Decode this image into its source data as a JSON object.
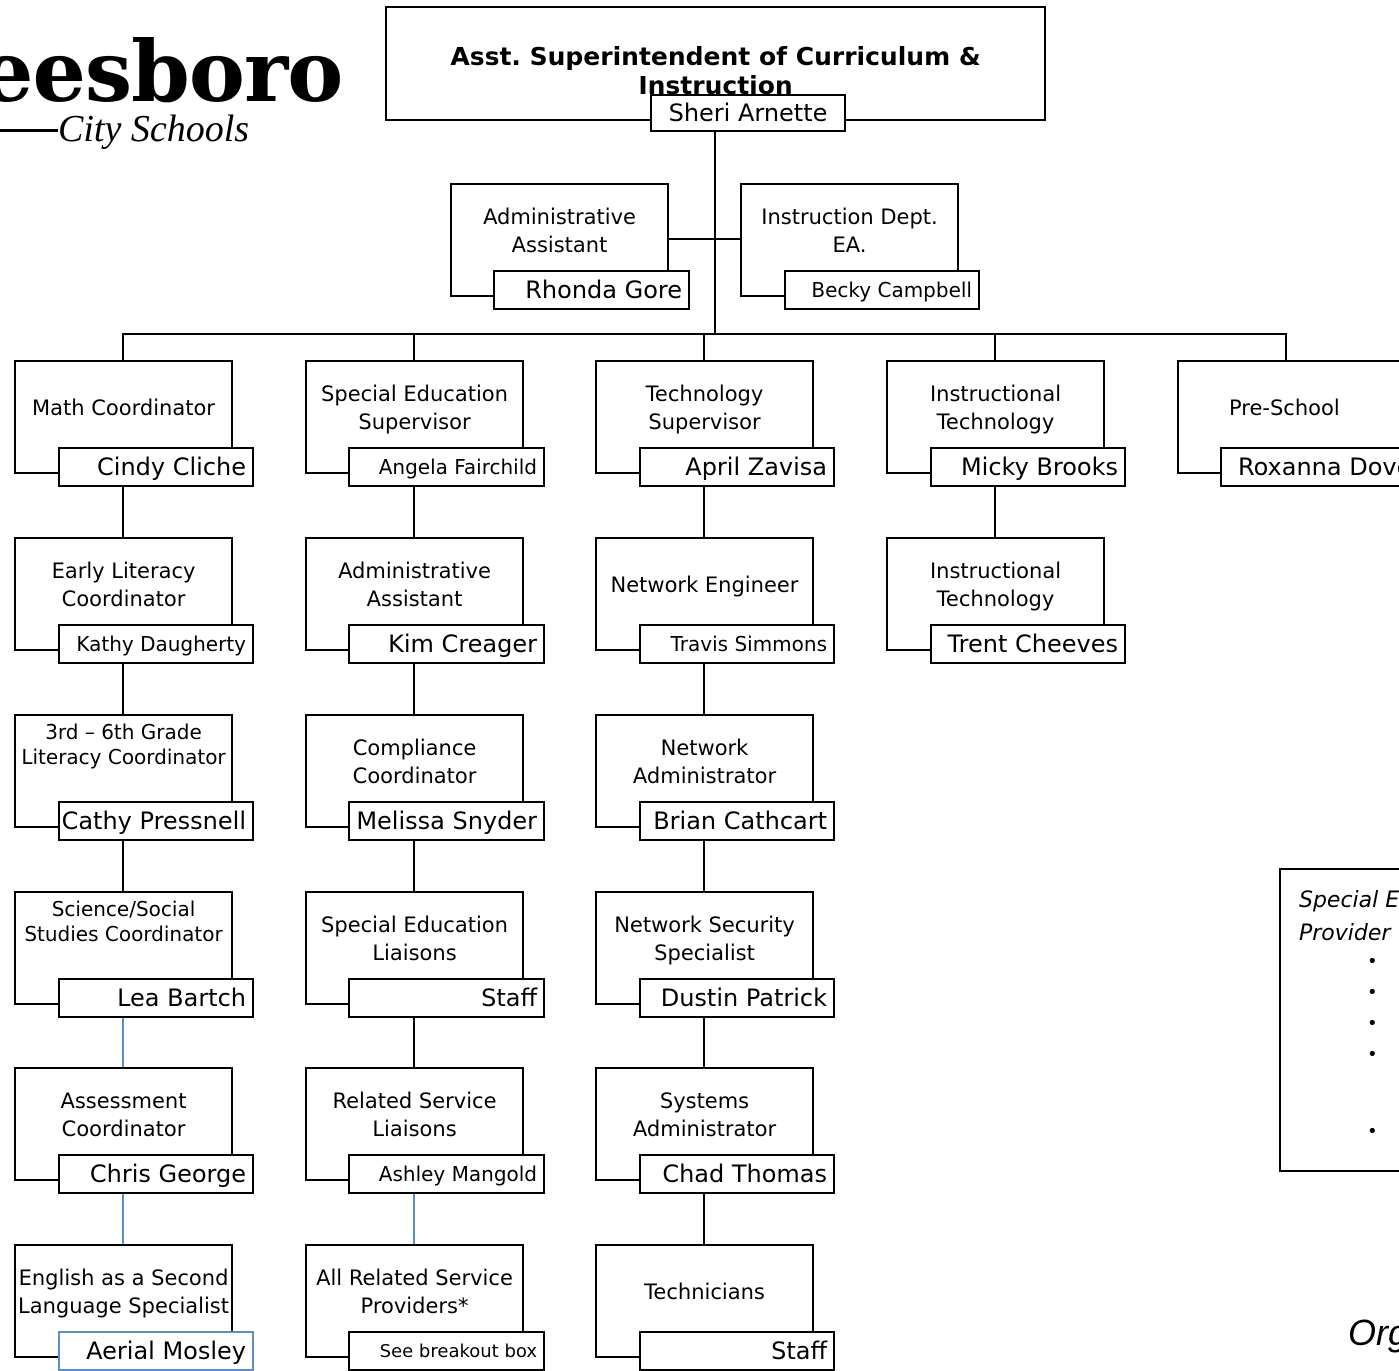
{
  "logo": {
    "main": "eesboro",
    "sub": "City Schools"
  },
  "top": {
    "title": "Asst. Superintendent of Curriculum & Instruction",
    "name": "Sheri Arnette"
  },
  "assistants": [
    {
      "title": "Administrative Assistant",
      "name": "Rhonda Gore"
    },
    {
      "title": "Instruction Dept. EA.",
      "name": "Becky Campbell"
    }
  ],
  "columns": [
    {
      "boxes": [
        {
          "title": "Math Coordinator",
          "name": "Cindy Cliche"
        },
        {
          "title": "Early Literacy Coordinator",
          "name": "Kathy Daugherty"
        },
        {
          "title_html": "3rd – 6th Grade Literacy Coordinator",
          "name": "Cathy Pressnell"
        },
        {
          "title": "Science/Social Studies Coordinator",
          "name": "Lea Bartch"
        },
        {
          "title": "Assessment Coordinator",
          "name": "Chris George"
        },
        {
          "title": "English as a Second Language Specialist",
          "name": "Aerial Mosley"
        }
      ]
    },
    {
      "boxes": [
        {
          "title": "Special Education Supervisor",
          "name": "Angela Fairchild"
        },
        {
          "title": "Administrative Assistant",
          "name": "Kim Creager"
        },
        {
          "title": "Compliance Coordinator",
          "name": "Melissa Snyder"
        },
        {
          "title": "Special Education Liaisons",
          "name": "Staff"
        },
        {
          "title": "Related Service Liaisons",
          "name": "Ashley Mangold"
        },
        {
          "title": "All Related Service Providers*",
          "name": "See breakout box"
        }
      ]
    },
    {
      "boxes": [
        {
          "title": "Technology Supervisor",
          "name": "April Zavisa"
        },
        {
          "title": "Network Engineer",
          "name": "Travis Simmons"
        },
        {
          "title": "Network Administrator",
          "name": "Brian Cathcart"
        },
        {
          "title": "Network Security Specialist",
          "name": "Dustin Patrick"
        },
        {
          "title": "Systems Administrator",
          "name": "Chad Thomas"
        },
        {
          "title": "Technicians",
          "name": "Staff"
        }
      ]
    },
    {
      "boxes": [
        {
          "title": "Instructional Technology",
          "name": "Micky Brooks"
        },
        {
          "title": "Instructional Technology",
          "name": "Trent Cheeves"
        }
      ]
    },
    {
      "boxes": [
        {
          "title": "Pre-School",
          "name": "Roxanna Dove"
        }
      ]
    }
  ],
  "breakout": {
    "line1": "Special E",
    "line2": "Provider"
  },
  "footer": {
    "org_label": "Org"
  }
}
